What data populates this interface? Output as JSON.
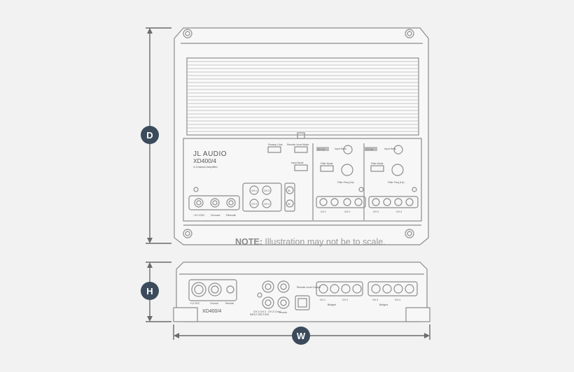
{
  "note": {
    "label": "NOTE:",
    "text": "Illustration may not be to scale."
  },
  "dimensions": {
    "depth": "D",
    "height": "H",
    "width": "W"
  },
  "top_view": {
    "brand": "JL AUDIO",
    "model": "XD400/4",
    "subtitle": "4-Channel Amplifier",
    "power_terminals": [
      "+12 VDC",
      "Ground",
      "Remote"
    ],
    "input_buttons": [
      "CH 1",
      "CH 3",
      "CH 2",
      "CH 4"
    ],
    "input_side": [
      "IN",
      "IN"
    ],
    "preamp_label": "Preamp Outs",
    "remote_level_label": "Remote Level Mode",
    "input_mode_label": "Input Mode",
    "ch12_header": "CH 1/2",
    "ch34_header": "CH 3/4",
    "input_sens_label": "Input Sens",
    "filter_mode_label": "Filter Mode",
    "filter_freq_label": "Filter Freq (Hz)",
    "speaker_ch_labels": [
      "CH 1",
      "CH 2",
      "CH 3",
      "CH 4"
    ]
  },
  "front_view": {
    "model": "XD400/4",
    "power_terminals": [
      "+12 VDC",
      "Ground",
      "Remote"
    ],
    "input_section_label": "INPUT SECTION",
    "ch_pair_labels": [
      "CH 1/ CH 3",
      "CH 2/ CH 4"
    ],
    "preamp_label": "Preouts",
    "remote_label": "Remote Level Control",
    "bridged_labels": [
      "Bridged",
      "Bridged"
    ],
    "speaker_labels": [
      "CH 1",
      "CH 2",
      "CH 3",
      "CH 4"
    ]
  },
  "colors": {
    "badge": "#3c4b5b",
    "outline": "#8c8c8c",
    "background": "#f2f2f2"
  }
}
